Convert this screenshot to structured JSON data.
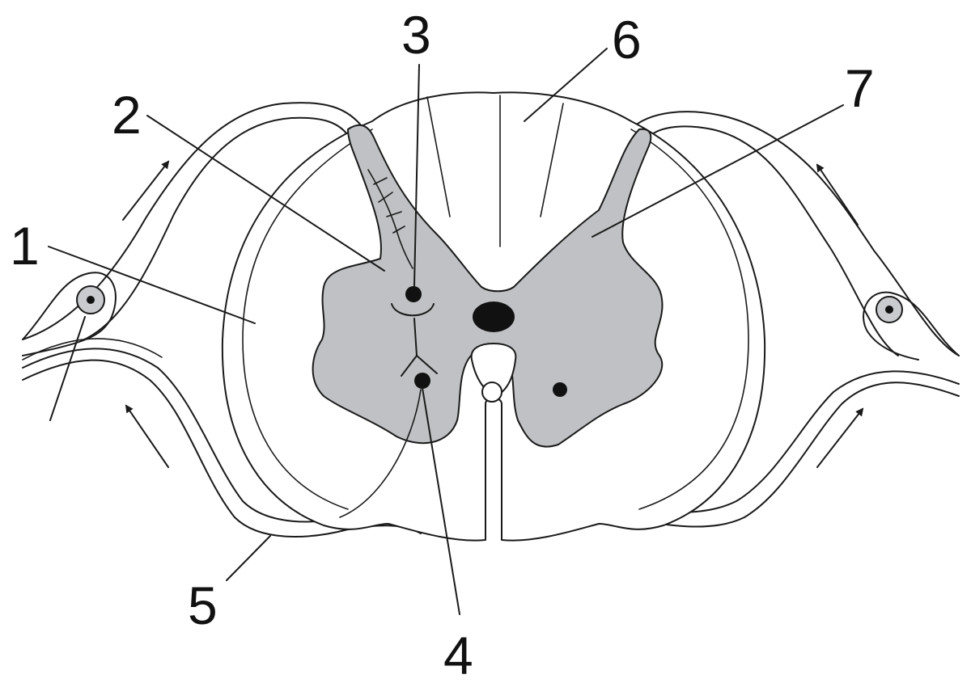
{
  "colors": {
    "grey_matter": "#bfc1c4",
    "white_matter": "#ffffff",
    "stroke": "#1a1a1a",
    "ganglion": "#c9cbcf"
  },
  "labels": {
    "l1": "1",
    "l2": "2",
    "l3": "3",
    "l4": "4",
    "l5": "5",
    "l6": "6",
    "l7": "7"
  }
}
